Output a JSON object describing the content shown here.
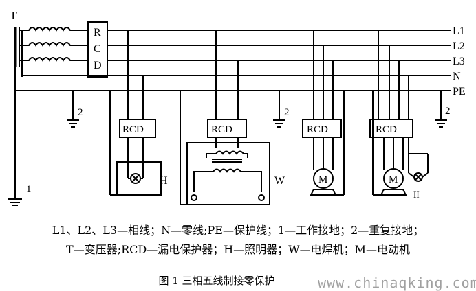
{
  "labels": {
    "transformer": "T",
    "rcd_letters": [
      "R",
      "C",
      "D"
    ],
    "rcd_box": "RCD",
    "lines": [
      "L1",
      "L2",
      "L3",
      "N",
      "PE"
    ],
    "ground_work": "1",
    "ground_repeat": "2",
    "lamp": "H",
    "winding": "W",
    "motor": "M",
    "lamp_symbol": "⊗",
    "lamp_code": "II"
  },
  "caption": {
    "line1": "L1、L2、L3—相线；N—零线;PE—保护线；1—工作接地；2—重复接地；",
    "line2": "T—变压器;RCD—漏电保护器；H—照明器；W—电焊机；M—电动机"
  },
  "figure_title": "图 1 三相五线制接零保护",
  "watermark": "www.chinaqking.com"
}
